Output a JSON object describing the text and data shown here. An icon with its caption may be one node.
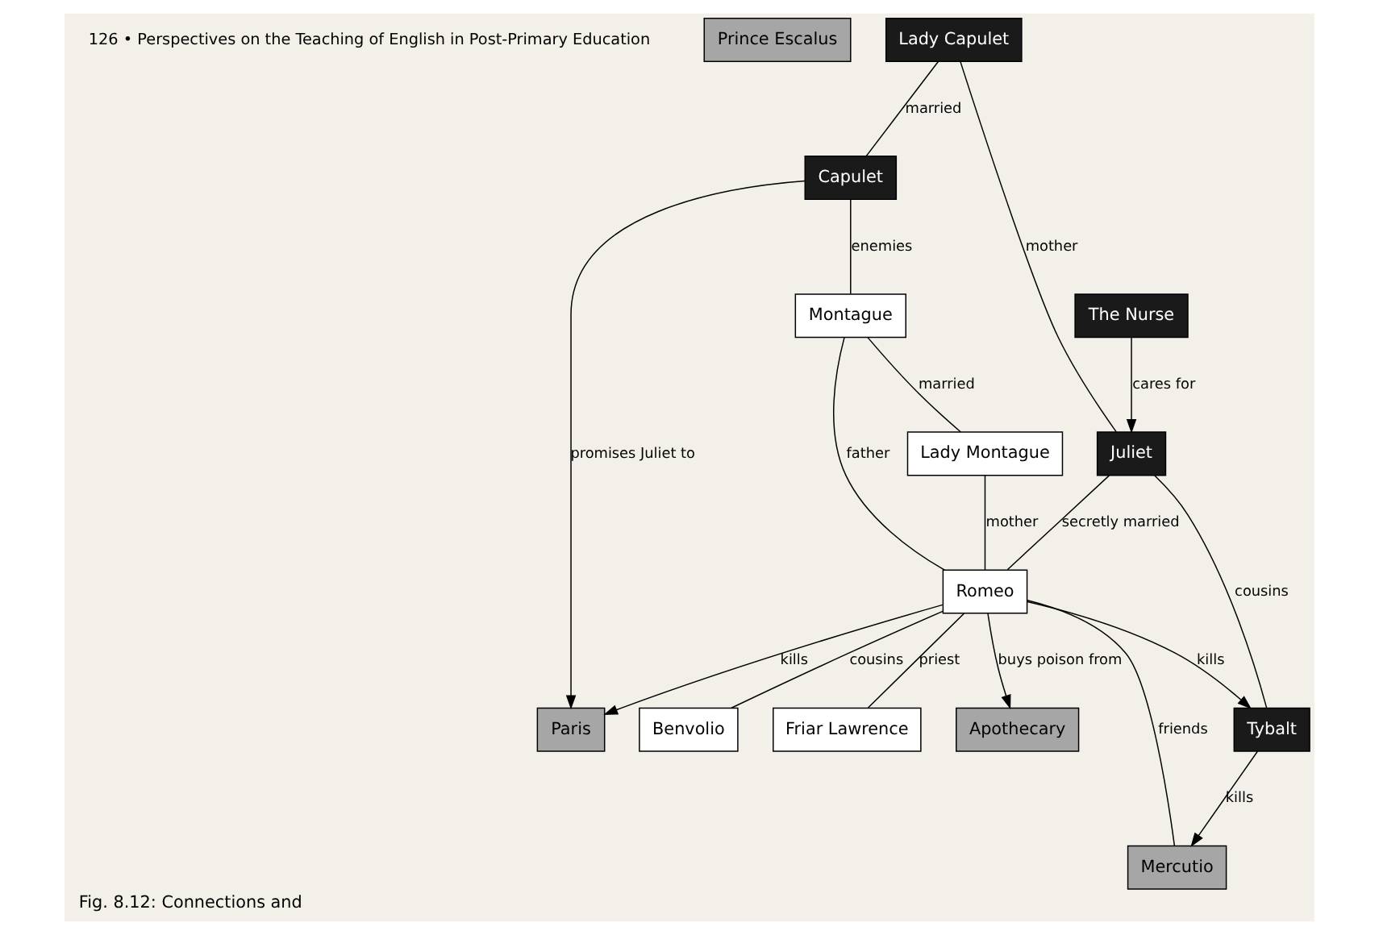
{
  "diagram": {
    "caption": "Fig. 8.12: Connections and",
    "nodes": [
      {
        "text": [
          "Prince Escalus"
        ]
      },
      {
        "text": [
          "Capulet"
        ]
      },
      {
        "text": [
          "Montague"
        ]
      },
      {
        "text": [
          "Lady Capulet"
        ]
      },
      {
        "text": [
          "Lady Montague"
        ]
      },
      {
        "text": [
          "Paris"
        ]
      },
      {
        "text": [
          "Tybalt"
        ]
      },
      {
        "text": [
          "Romeo"
        ]
      },
      {
        "text": [
          "Juliet"
        ]
      },
      {
        "text": [
          "Mercutio"
        ]
      },
      {
        "text": [
          "Benvolio"
        ]
      },
      {
        "text": [
          "Friar Lawrence"
        ]
      },
      {
        "text": [
          "The Nurse"
        ]
      },
      {
        "text": [
          "Apothecary"
        ]
      }
    ],
    "edges": [
      {
        "from": 1,
        "to": 2,
        "arrow": "none",
        "label": "enemies"
      },
      {
        "from": 3,
        "to": 1,
        "arrow": "none",
        "label": "married"
      },
      {
        "from": 2,
        "to": 4,
        "arrow": "none",
        "label": "married"
      },
      {
        "from": 1,
        "to": 5,
        "arrow": "to",
        "label": "promises Juliet to"
      },
      {
        "from": 2,
        "to": 7,
        "arrow": "none",
        "label": "father"
      },
      {
        "from": 4,
        "to": 7,
        "arrow": "none",
        "label": "mother"
      },
      {
        "from": 7,
        "to": 5,
        "arrow": "to",
        "label": "kills"
      },
      {
        "from": 7,
        "to": 6,
        "arrow": "to",
        "label": "kills"
      },
      {
        "from": 3,
        "to": 8,
        "arrow": "none",
        "label": "mother"
      },
      {
        "from": 8,
        "to": 6,
        "arrow": "none",
        "label": "cousins"
      },
      {
        "from": 6,
        "to": 9,
        "arrow": "to",
        "label": "kills"
      },
      {
        "from": 9,
        "to": 7,
        "arrow": "none",
        "label": "friends"
      },
      {
        "from": 7,
        "to": 10,
        "arrow": "none",
        "label": "cousins"
      },
      {
        "from": 8,
        "to": 7,
        "arrow": "none",
        "label": "secretly married"
      },
      {
        "from": 7,
        "to": 13,
        "arrow": "to",
        "label": "buys poison from"
      },
      {
        "from": 7,
        "to": 11,
        "arrow": "none",
        "label": "priest"
      },
      {
        "from": 12,
        "to": 8,
        "arrow": "to",
        "label": "cares for"
      }
    ],
    "labels": [
      "126 • Perspectives on the Teaching of English in Post-Primary Education"
    ]
  }
}
